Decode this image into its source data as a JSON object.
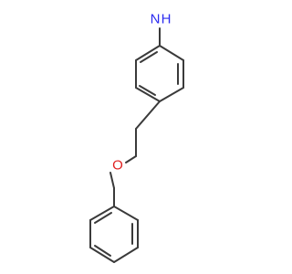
{
  "molecule": {
    "atoms": [
      {
        "label": "N",
        "color": "#2b2bf0"
      },
      {
        "label": "H",
        "color": "#2b2bf0"
      },
      {
        "label": "O",
        "color": "#e01e1e"
      }
    ]
  },
  "colors": {
    "bond": "#3a3a3a",
    "background": "#ffffff"
  }
}
